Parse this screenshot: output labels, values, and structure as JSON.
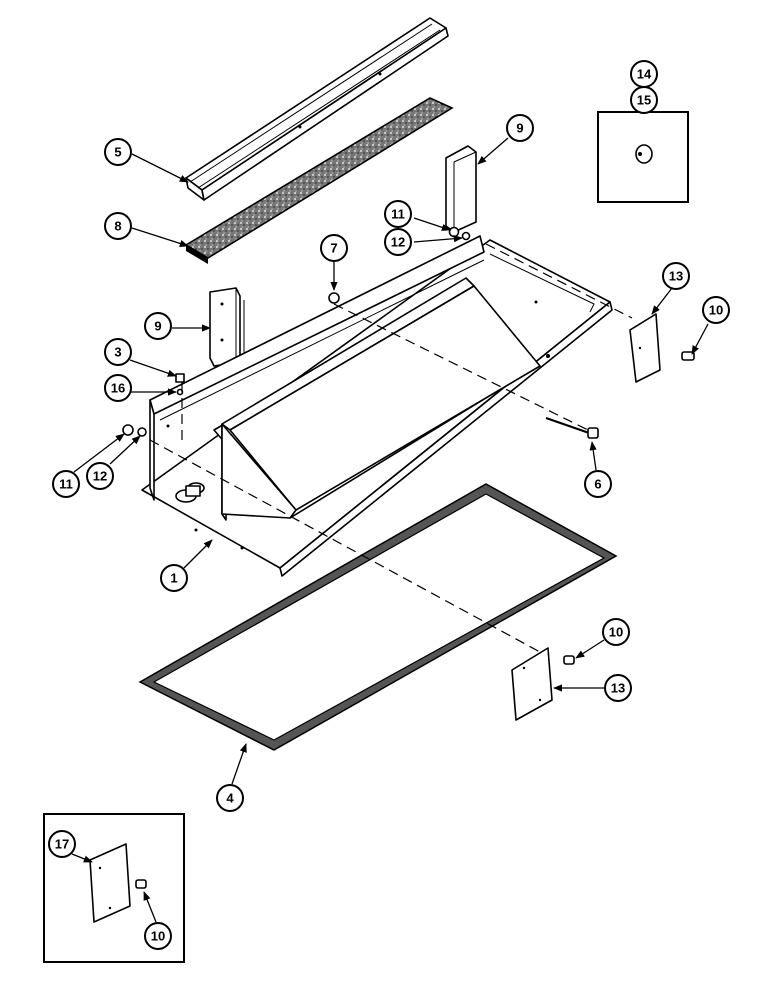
{
  "colors": {
    "line": "#000000",
    "background": "#ffffff",
    "filter_fill": "#555555"
  },
  "callouts": {
    "c1": "1",
    "c3": "3",
    "c4": "4",
    "c5": "5",
    "c6": "6",
    "c7": "7",
    "c8": "8",
    "c9a": "9",
    "c9b": "9",
    "c10a": "10",
    "c10b": "10",
    "c10c": "10",
    "c11a": "11",
    "c11b": "11",
    "c12a": "12",
    "c12b": "12",
    "c13a": "13",
    "c13b": "13",
    "c14": "14",
    "c15": "15",
    "c16": "16",
    "c17": "17"
  }
}
